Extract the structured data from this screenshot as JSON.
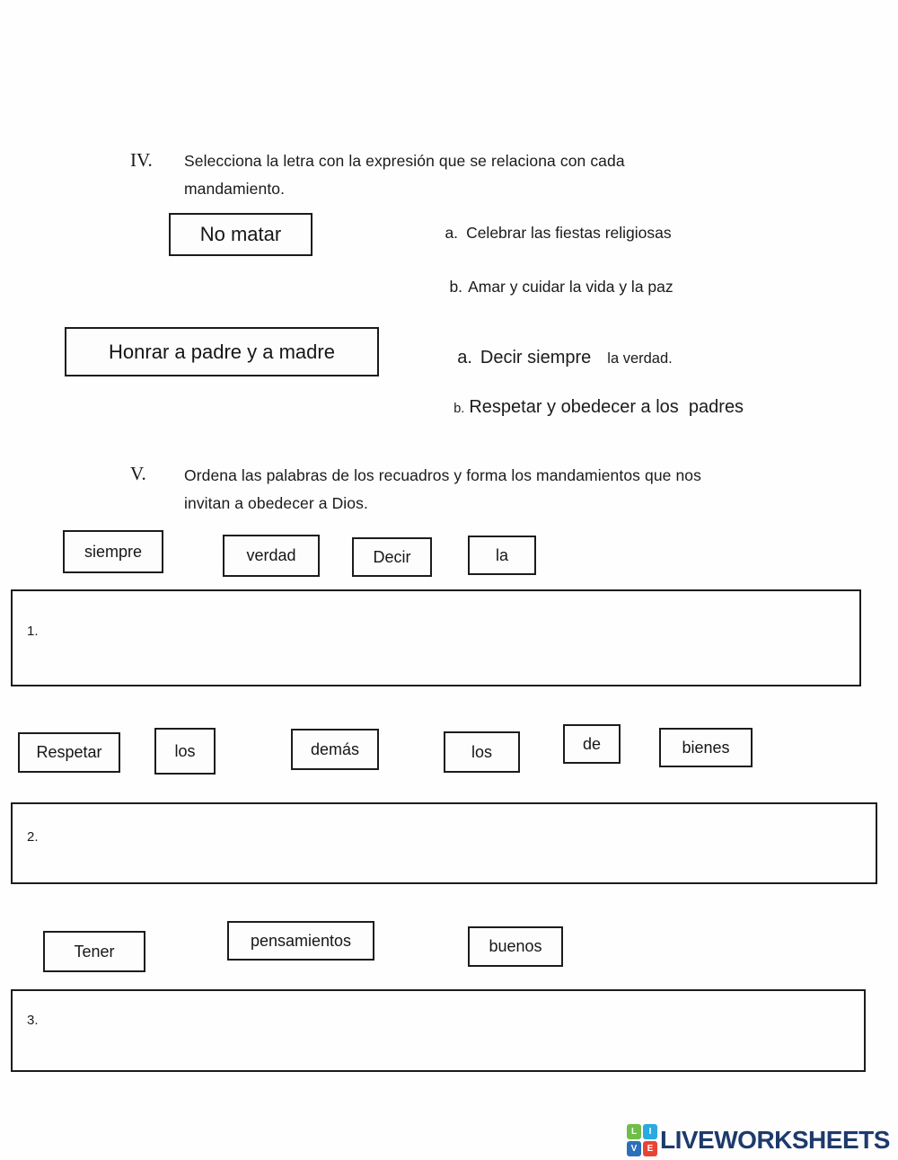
{
  "section4": {
    "numeral": "IV.",
    "instruction_line1": "Selecciona la letra con la expresión que se relaciona con cada",
    "instruction_line2": "mandamiento.",
    "items": [
      {
        "commandment": "No matar",
        "options": [
          {
            "letter": "a.",
            "text": "Celebrar las fiestas religiosas"
          },
          {
            "letter": "b.",
            "text": "Amar y cuidar la vida y la paz"
          }
        ]
      },
      {
        "commandment": "Honrar a padre y a madre",
        "options": [
          {
            "letter": "a.",
            "text": "Decir siempre",
            "suffix": "la verdad."
          },
          {
            "letter": "b.",
            "text": "Respetar y obedecer a los  padres"
          }
        ]
      }
    ]
  },
  "section5": {
    "numeral": "V.",
    "instruction_line1": "Ordena las palabras de los recuadros y forma los mandamientos que nos",
    "instruction_line2": "invitan a obedecer a Dios.",
    "groups": [
      {
        "answer_label": "1.",
        "words": [
          "siempre",
          "verdad",
          "Decir",
          "la"
        ]
      },
      {
        "answer_label": "2.",
        "words": [
          "Respetar",
          "los",
          "demás",
          "los",
          "de",
          "bienes"
        ]
      },
      {
        "answer_label": "3.",
        "words": [
          "Tener",
          "pensamientos",
          "buenos"
        ]
      }
    ]
  },
  "footer": {
    "brand": "LIVEWORKSHEETS",
    "brand_color": "#1e3a6d",
    "tiles": [
      {
        "letter": "L",
        "color": "#6FBE48"
      },
      {
        "letter": "I",
        "color": "#2BA9E0"
      },
      {
        "letter": "V",
        "color": "#2C6FBA"
      },
      {
        "letter": "E",
        "color": "#E94333"
      }
    ]
  }
}
